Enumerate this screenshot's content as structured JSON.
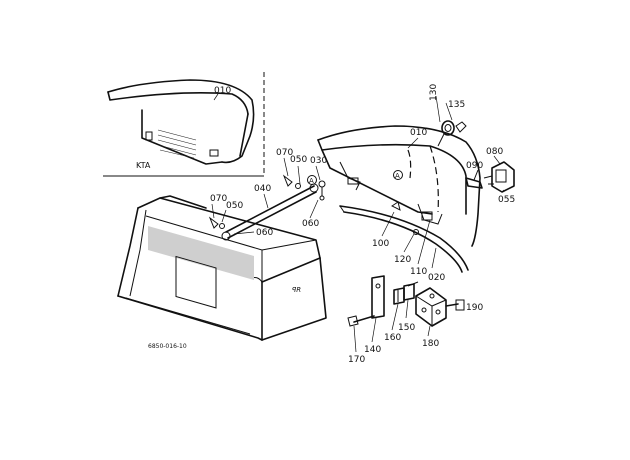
{
  "inset_label": "KTA",
  "drawing_code": "6850-016-10",
  "callouts": {
    "c010_inset": "010",
    "c010_main": "010",
    "c020": "020",
    "c030": "030",
    "c040": "040",
    "c050_upper": "050",
    "c050_lower": "050",
    "c055": "055",
    "c060_right": "060",
    "c060_left": "060",
    "c070_upper": "070",
    "c070_lower": "070",
    "c080": "080",
    "c090": "090",
    "c100": "100",
    "c110": "110",
    "c120": "120",
    "c130": "130",
    "c135": "135",
    "c140": "140",
    "c150": "150",
    "c160": "160",
    "c170": "170",
    "c180": "180",
    "c190": "190"
  },
  "ref_marks": {
    "a1": "A",
    "a2": "A"
  }
}
